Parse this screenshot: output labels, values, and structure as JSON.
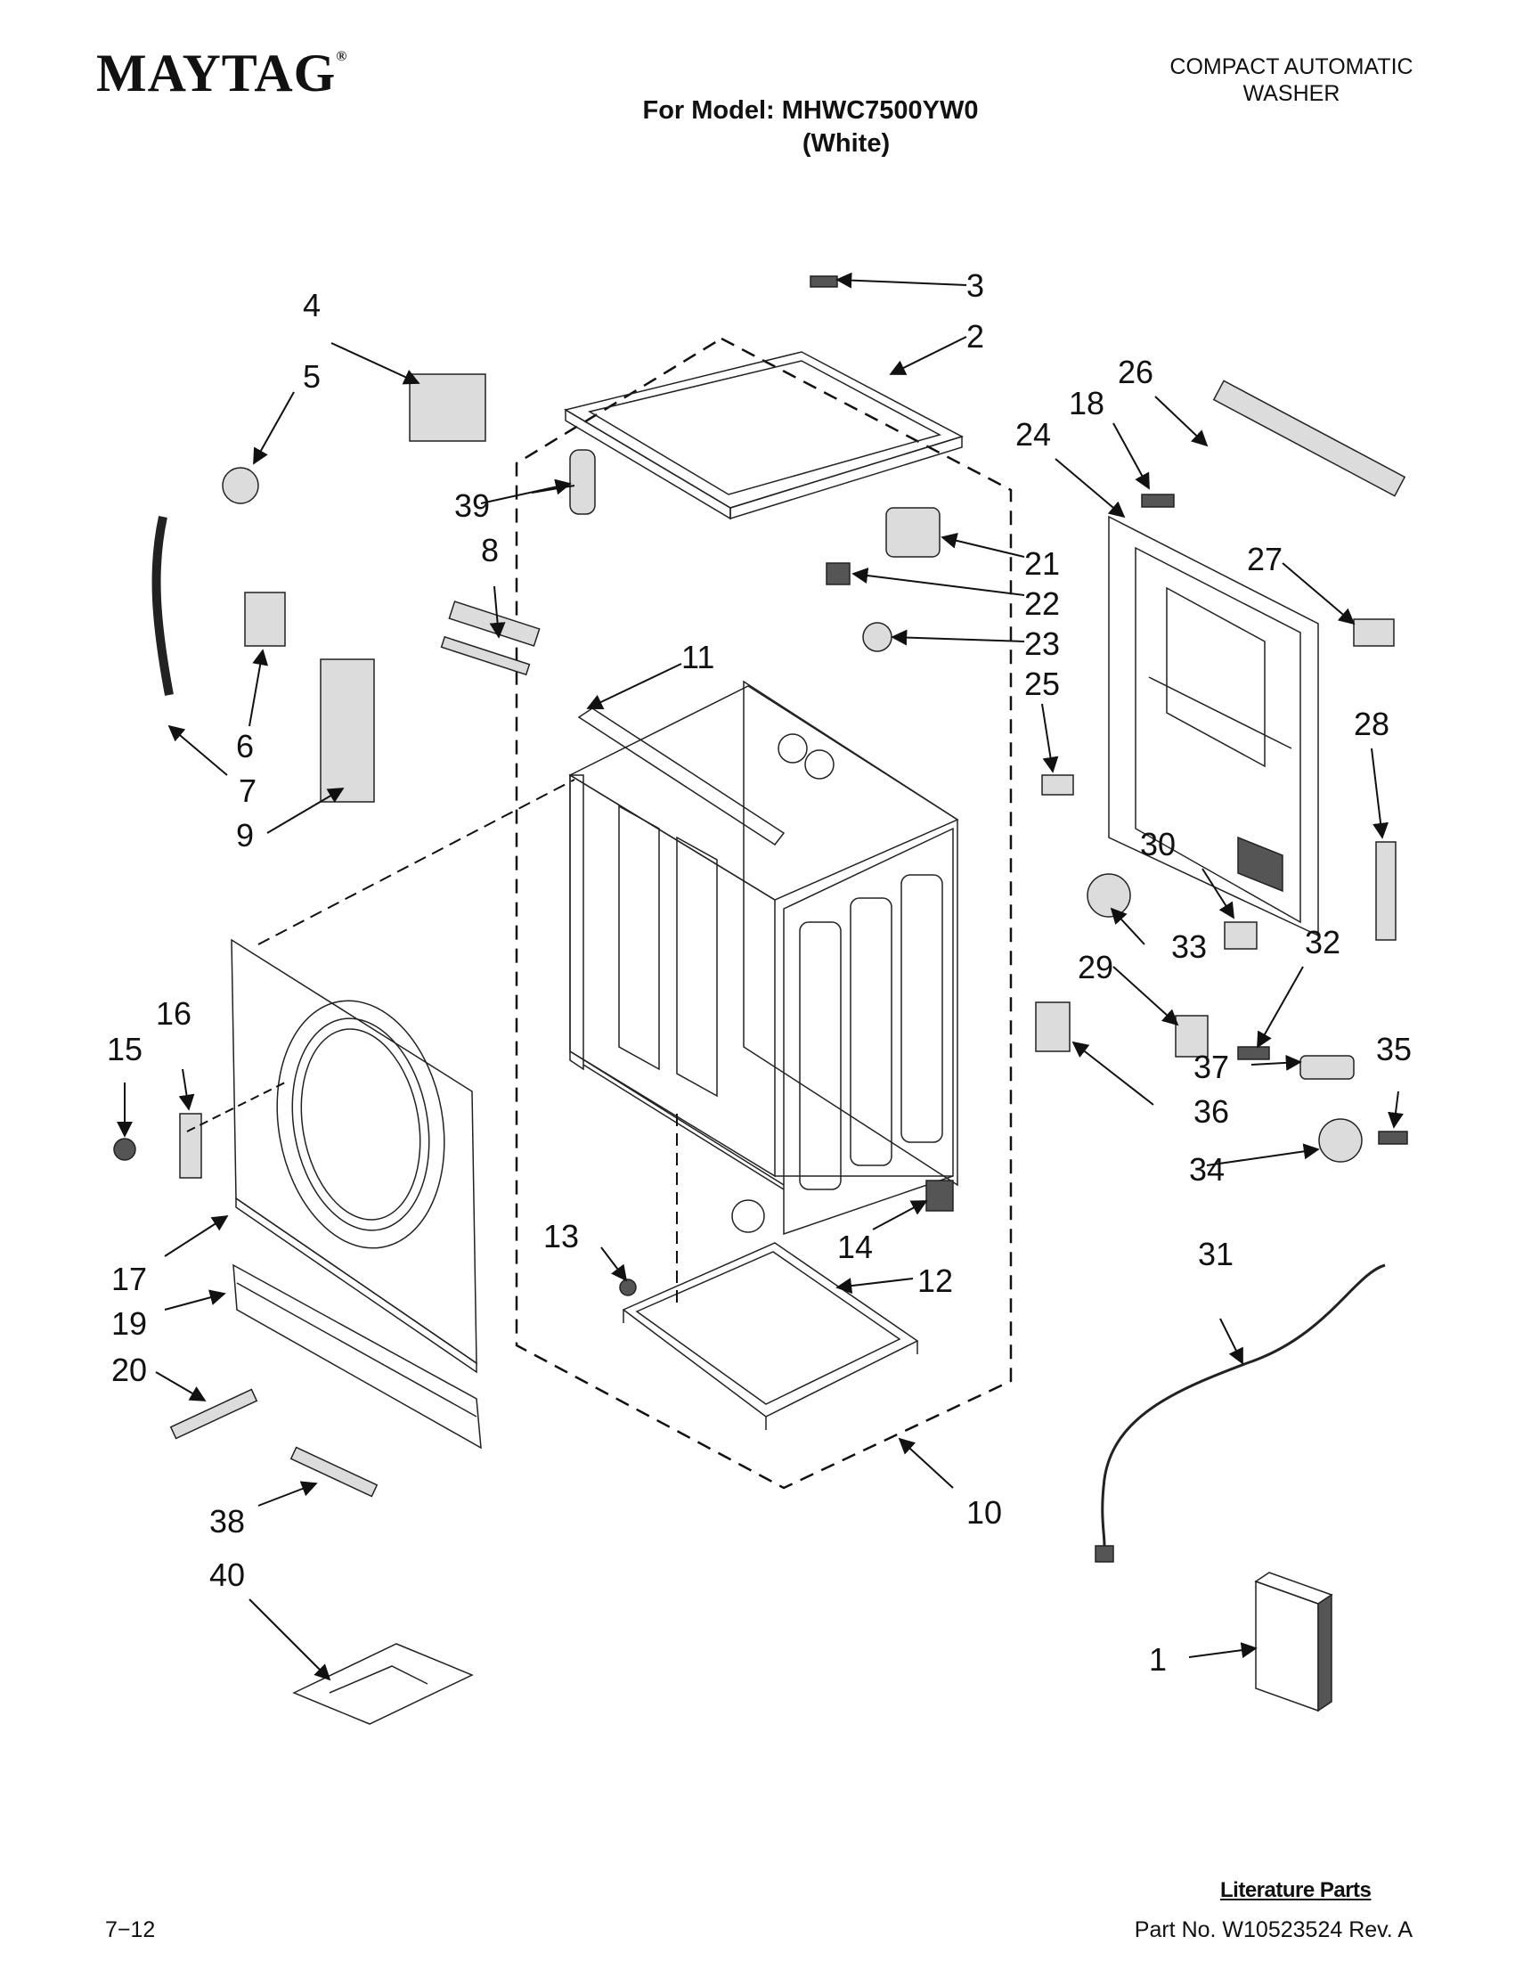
{
  "header": {
    "brand": "MAYTAG",
    "brand_mark": "®",
    "doc_type_line1": "COMPACT AUTOMATIC",
    "doc_type_line2": "WASHER",
    "model_line": "For Model: MHWC7500YW0",
    "model_sub": "(White)"
  },
  "diagram": {
    "callouts": [
      "1",
      "2",
      "3",
      "4",
      "5",
      "6",
      "7",
      "8",
      "9",
      "10",
      "11",
      "12",
      "13",
      "14",
      "15",
      "16",
      "17",
      "18",
      "19",
      "20",
      "21",
      "22",
      "23",
      "24",
      "25",
      "26",
      "27",
      "28",
      "29",
      "30",
      "31",
      "32",
      "33",
      "34",
      "35",
      "36",
      "37",
      "38",
      "39",
      "40"
    ],
    "literature_label": "Literature Parts"
  },
  "footer": {
    "left": "7−12",
    "right": "Part No. W10523524 Rev. A"
  }
}
